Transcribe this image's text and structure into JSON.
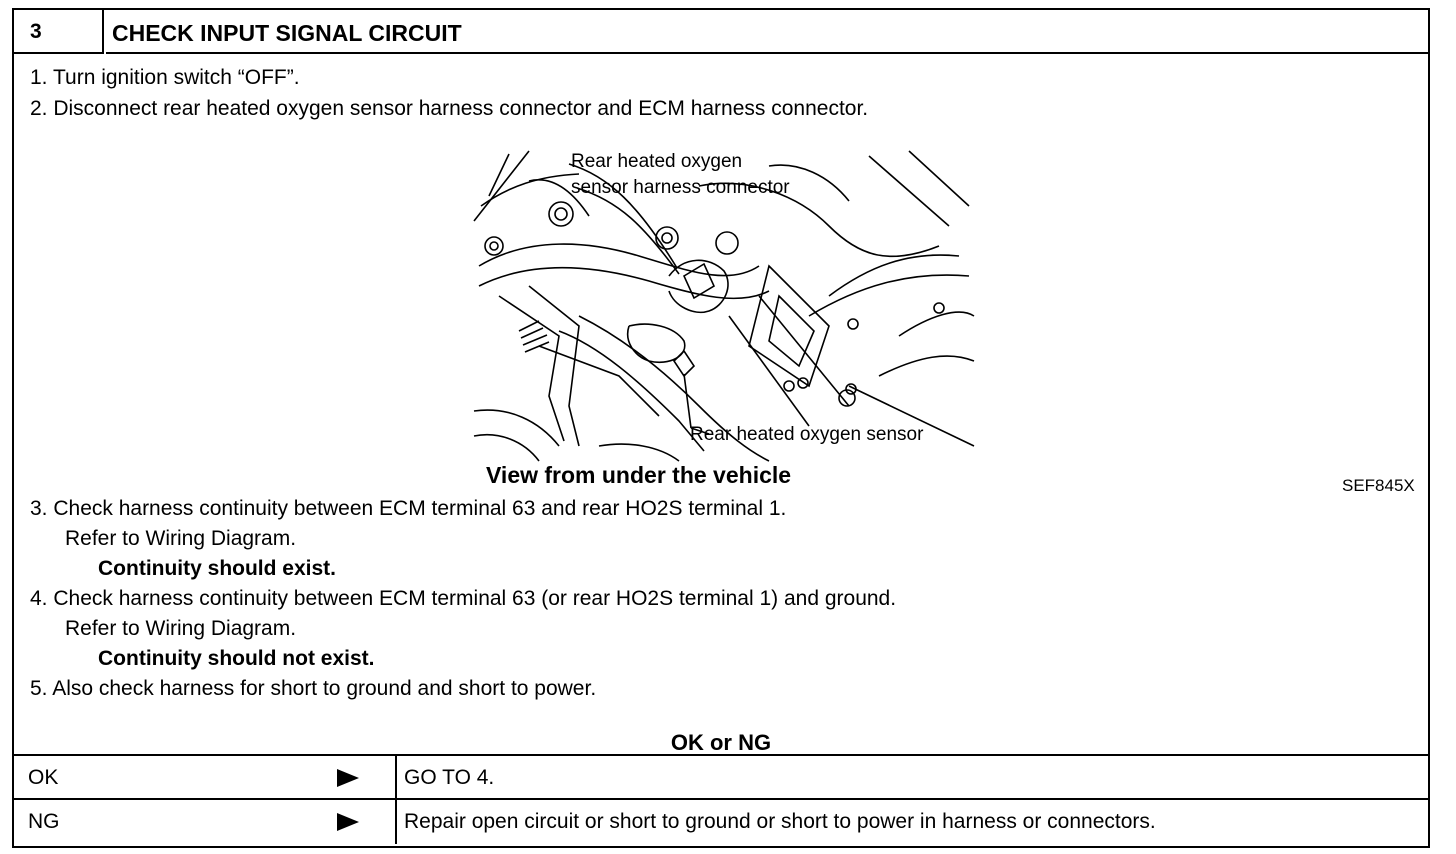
{
  "step": {
    "number": "3",
    "title": "CHECK INPUT SIGNAL CIRCUIT"
  },
  "instructions": {
    "i1": "1.  Turn ignition switch “OFF”.",
    "i2": "2.  Disconnect rear heated oxygen sensor harness connector and ECM harness connector.",
    "i3": "3.  Check harness continuity between ECM terminal 63 and rear HO2S terminal 1.",
    "i3b": "Refer to Wiring Diagram.",
    "i3c": "Continuity should exist.",
    "i4": "4.  Check harness continuity between ECM terminal 63 (or rear HO2S terminal 1) and ground.",
    "i4b": "Refer to Wiring Diagram.",
    "i4c": "Continuity should not exist.",
    "i5": "5.  Also check harness for short to ground and short to power."
  },
  "figure": {
    "label_connector_1": "Rear heated oxygen",
    "label_connector_2": "sensor harness connector",
    "label_sensor": "Rear heated oxygen sensor",
    "caption": "View from under the vehicle",
    "figure_id": "SEF845X"
  },
  "result_header": "OK or NG",
  "results": [
    {
      "condition": "OK",
      "action": "GO TO 4."
    },
    {
      "condition": "NG",
      "action": "Repair open circuit or short to ground or short to power in harness or connectors."
    }
  ]
}
